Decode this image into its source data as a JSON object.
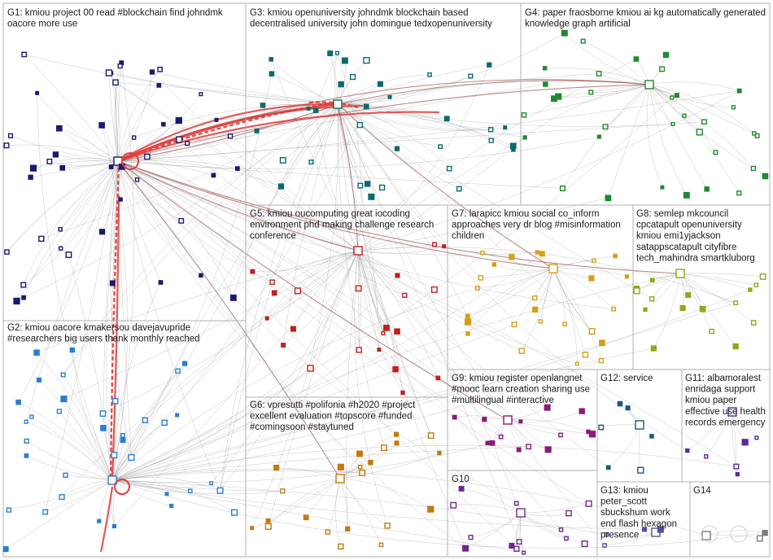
{
  "groups": [
    {
      "id": "G1",
      "label": "G1: kmiou project 00 read #blockchain find johndmk oacore more use"
    },
    {
      "id": "G3",
      "label": "G3: kmiou openuniversity johndmk blockchain based decentralised university john domingue tedxopenuniversity"
    },
    {
      "id": "G4",
      "label": "G4: paper fraosborne kmiou ai kg automatically generated knowledge graph artificial"
    },
    {
      "id": "G2",
      "label": "G2: kmiou oacore kmakersou davejavupride #researchers big users thank monthly reached"
    },
    {
      "id": "G5",
      "label": "G5: kmiou oucomputing great iocoding environment phd making challenge research conference"
    },
    {
      "id": "G7",
      "label": "G7: larapicc kmiou social co_inform approaches very dr blog #misinformation children"
    },
    {
      "id": "G8",
      "label": "G8: semlep mkcouncil cpcatapult openuniversity kmiou emi1yjackson satappscatapult cityfibre tech_mahindra smartkluborg"
    },
    {
      "id": "G6",
      "label": "G6: vpresutti #polifonia #h2020 #project excellent evaluation #topscore #funded #comingsoon #staytuned"
    },
    {
      "id": "G9",
      "label": "G9: kmiou register openlangnet #mooc learn creation sharing use #multilingual #interactive"
    },
    {
      "id": "G12",
      "label": "G12: service"
    },
    {
      "id": "G11",
      "label": "G11: albamoralest enridaga support kmiou paper effective use health records emergency"
    },
    {
      "id": "G10",
      "label": "G10"
    },
    {
      "id": "G13",
      "label": "G13: kmiou peter_scott sbuckshum work end flash hexagon presence"
    },
    {
      "id": "G14",
      "label": "G14"
    }
  ],
  "colors": {
    "G1": "#1a1a6e",
    "G2": "#2a7fd0",
    "G3": "#0e6b6b",
    "G4": "#1e8a2e",
    "G5": "#c02020",
    "G6": "#c07a10",
    "G7": "#d4a017",
    "G8": "#8fa81a",
    "G9": "#8a1a7a",
    "G10": "#6a2a8a",
    "G11": "#5a2aa0",
    "G12": "#1a5a7a",
    "G13": "#5050a0",
    "G14": "#7a7a7a",
    "edge_grey": "#9a9a9a",
    "edge_brown": "#a05a5a",
    "edge_red": "#e23b3b"
  }
}
